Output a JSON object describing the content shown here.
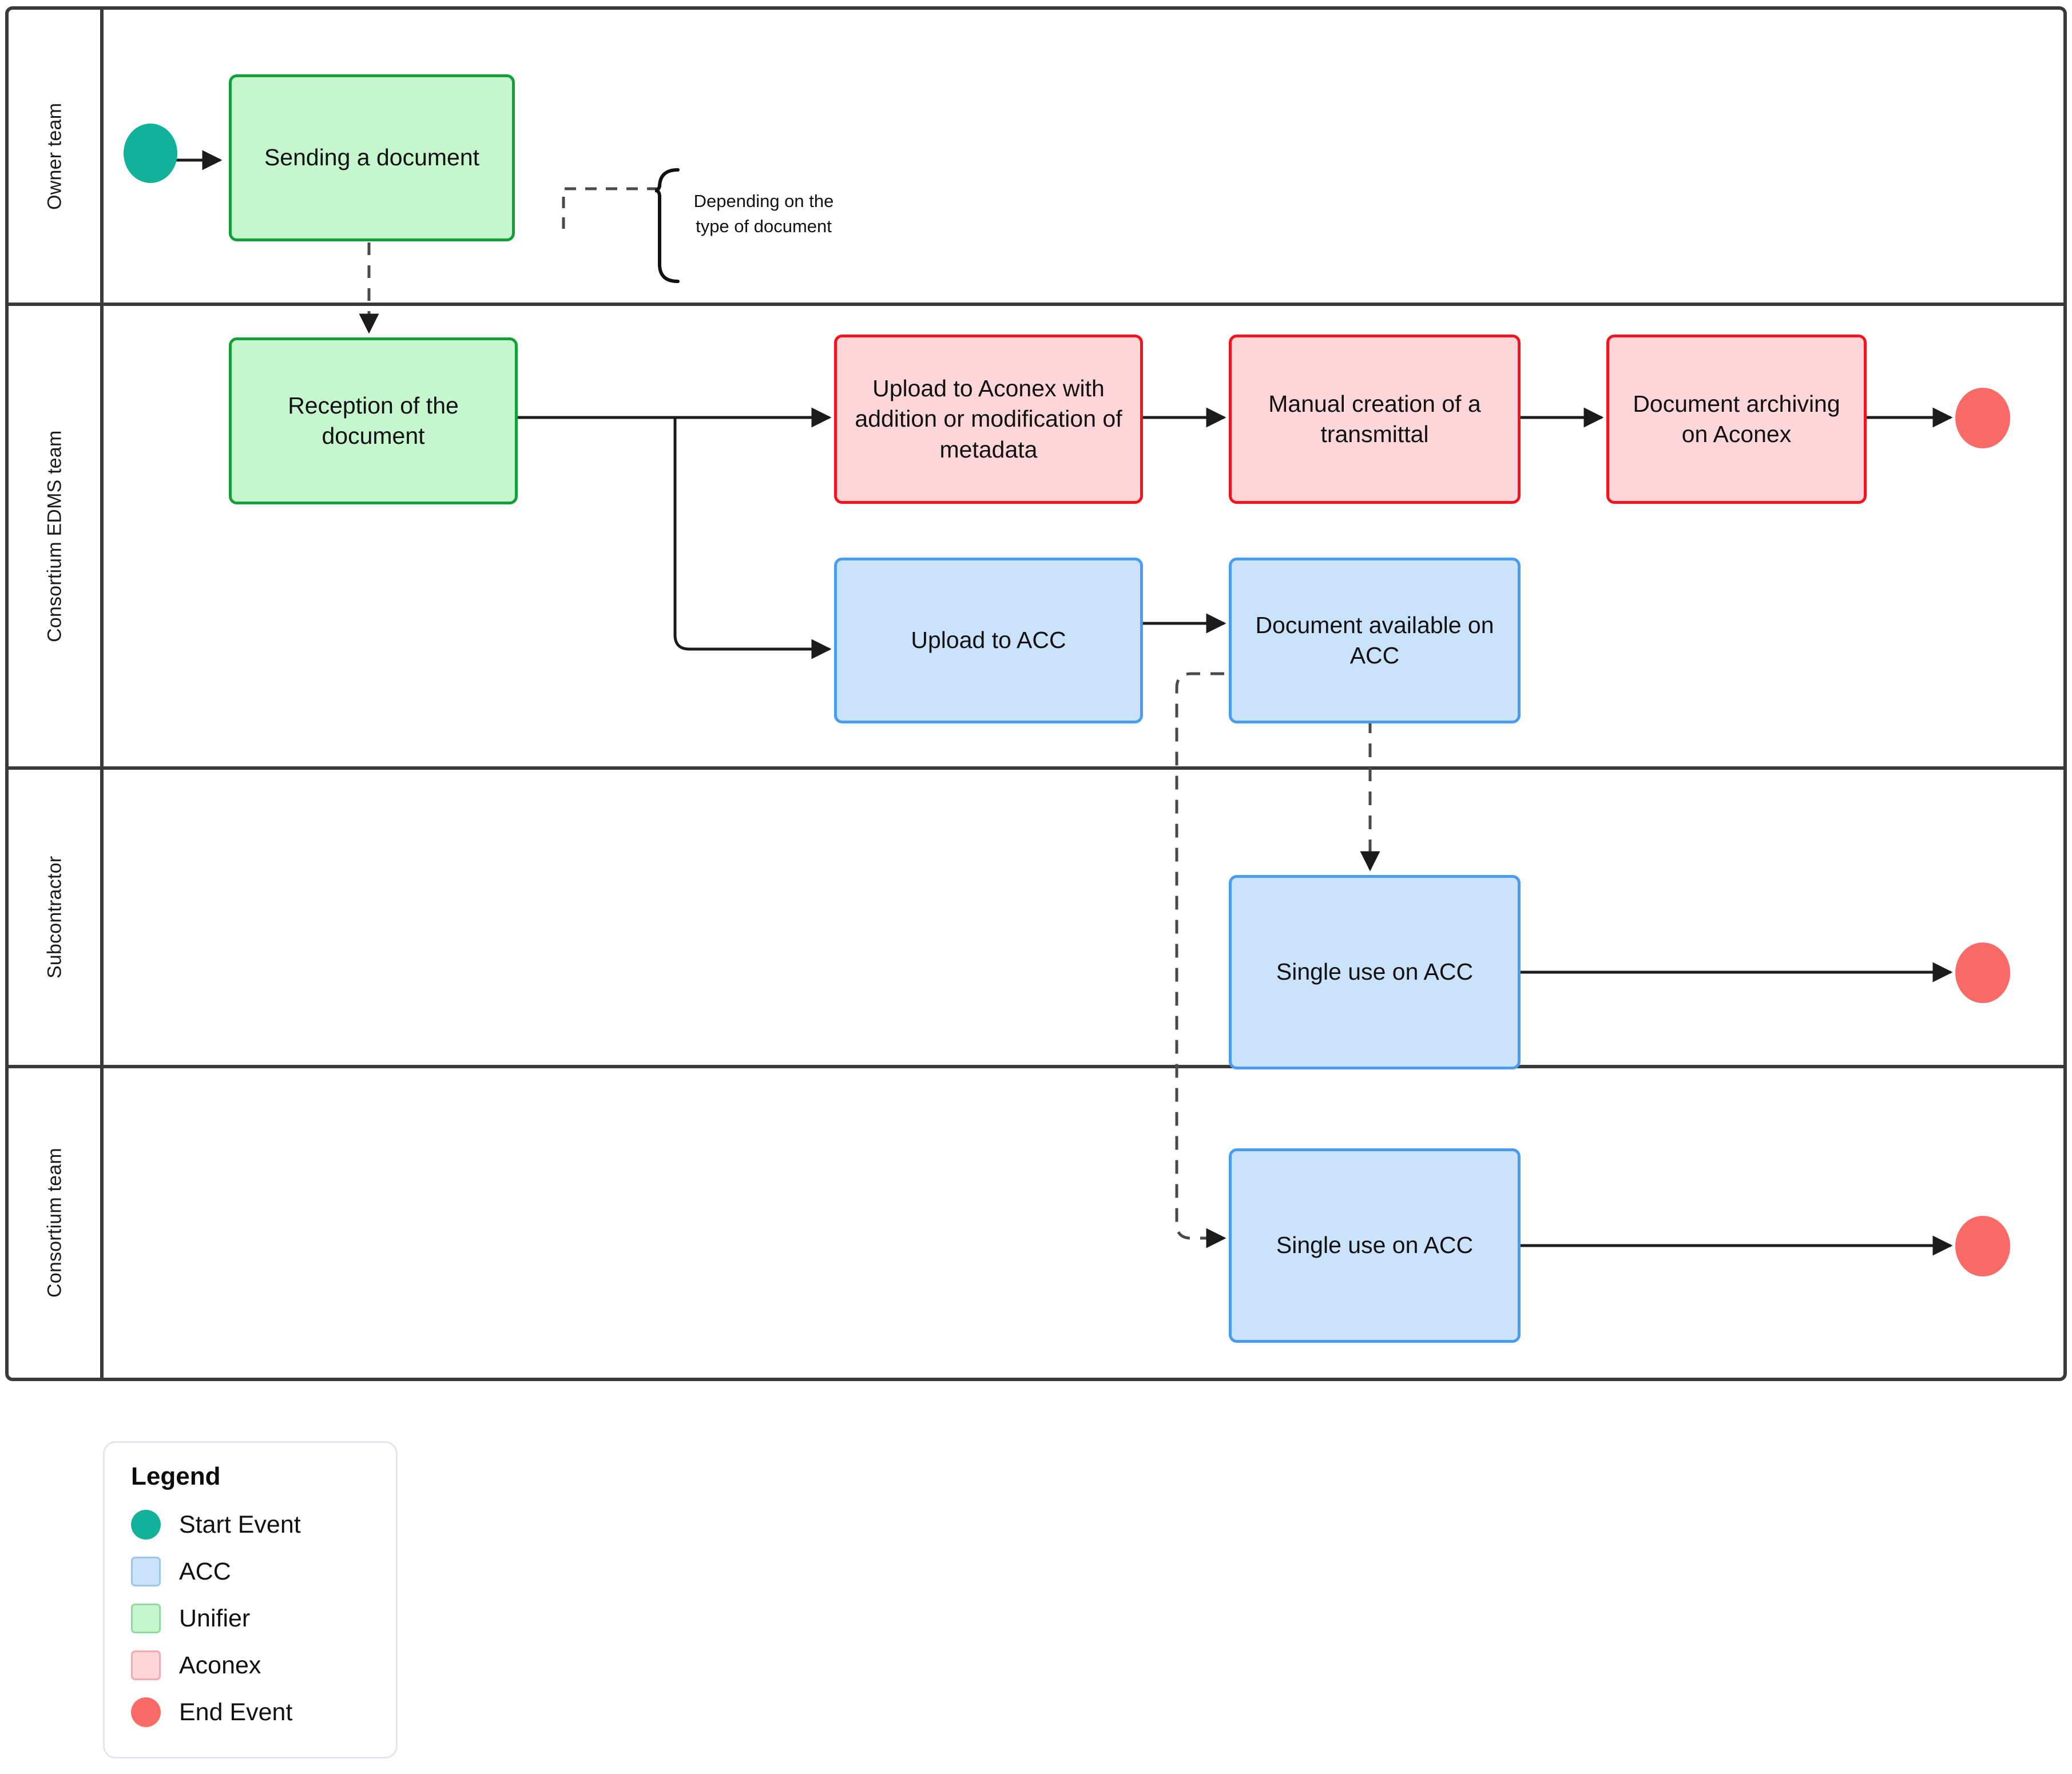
{
  "diagram": {
    "type": "bpmn-swimlane-flowchart",
    "lanes": [
      {
        "id": "owner",
        "label": "Owner team"
      },
      {
        "id": "edms",
        "label": "Consortium EDMS team"
      },
      {
        "id": "subcontractor",
        "label": "Subcontractor"
      },
      {
        "id": "consortium",
        "label": "Consortium team"
      }
    ],
    "nodes": [
      {
        "id": "start",
        "kind": "start-event",
        "lane": "owner",
        "label": ""
      },
      {
        "id": "sending",
        "kind": "task",
        "system": "unifier",
        "lane": "owner",
        "label": "Sending a document"
      },
      {
        "id": "reception",
        "kind": "task",
        "system": "unifier",
        "lane": "edms",
        "label": "Reception of the document"
      },
      {
        "id": "upload-aconex",
        "kind": "task",
        "system": "aconex",
        "lane": "edms",
        "label": "Upload to Aconex with addition or modification of metadata"
      },
      {
        "id": "transmittal",
        "kind": "task",
        "system": "aconex",
        "lane": "edms",
        "label": "Manual creation of a transmittal"
      },
      {
        "id": "archiving",
        "kind": "task",
        "system": "aconex",
        "lane": "edms",
        "label": "Document archiving on Aconex"
      },
      {
        "id": "end-aconex",
        "kind": "end-event",
        "lane": "edms",
        "label": ""
      },
      {
        "id": "upload-acc",
        "kind": "task",
        "system": "acc",
        "lane": "edms",
        "label": "Upload to ACC"
      },
      {
        "id": "doc-available",
        "kind": "task",
        "system": "acc",
        "lane": "edms",
        "label": "Document available on ACC"
      },
      {
        "id": "single-sub",
        "kind": "task",
        "system": "acc",
        "lane": "subcontractor",
        "label": "Single use on ACC"
      },
      {
        "id": "end-sub",
        "kind": "end-event",
        "lane": "subcontractor",
        "label": ""
      },
      {
        "id": "single-cons",
        "kind": "task",
        "system": "acc",
        "lane": "consortium",
        "label": "Single use on ACC"
      },
      {
        "id": "end-cons",
        "kind": "end-event",
        "lane": "consortium",
        "label": ""
      }
    ],
    "annotations": [
      {
        "id": "type-of-document",
        "text": "Depending on the type of document"
      }
    ],
    "edges": [
      {
        "from": "start",
        "to": "sending",
        "style": "solid"
      },
      {
        "from": "sending",
        "to": "reception",
        "style": "dashed"
      },
      {
        "from": "reception",
        "to": "upload-aconex",
        "style": "solid"
      },
      {
        "from": "upload-aconex",
        "to": "transmittal",
        "style": "solid"
      },
      {
        "from": "transmittal",
        "to": "archiving",
        "style": "solid"
      },
      {
        "from": "archiving",
        "to": "end-aconex",
        "style": "solid"
      },
      {
        "from": "reception",
        "to": "upload-acc",
        "style": "solid"
      },
      {
        "from": "upload-acc",
        "to": "doc-available",
        "style": "solid"
      },
      {
        "from": "doc-available",
        "to": "single-sub",
        "style": "dashed"
      },
      {
        "from": "doc-available",
        "to": "single-cons",
        "style": "dashed"
      },
      {
        "from": "single-sub",
        "to": "end-sub",
        "style": "solid"
      },
      {
        "from": "single-cons",
        "to": "end-cons",
        "style": "solid"
      }
    ]
  },
  "legend": {
    "title": "Legend",
    "items": [
      {
        "shape": "circle",
        "color": "#12b29a",
        "label": "Start Event"
      },
      {
        "shape": "square",
        "color": "#cbe2fb",
        "label": "ACC"
      },
      {
        "shape": "square",
        "color": "#c6f6ce",
        "label": "Unifier"
      },
      {
        "shape": "square",
        "color": "#fcd6d8",
        "label": "Aconex"
      },
      {
        "shape": "circle",
        "color": "#fa6a66",
        "label": "End Event"
      }
    ]
  },
  "colors": {
    "start_event": "#12b29a",
    "end_event": "#fa6a66",
    "unifier_fill": "#c6f6ce",
    "unifier_border": "#14a038",
    "aconex_fill": "#fcd6d8",
    "aconex_border": "#f4141d",
    "acc_fill": "#cbe2fb",
    "acc_border": "#4a9cf0",
    "pool_border": "#3a3a3a"
  }
}
